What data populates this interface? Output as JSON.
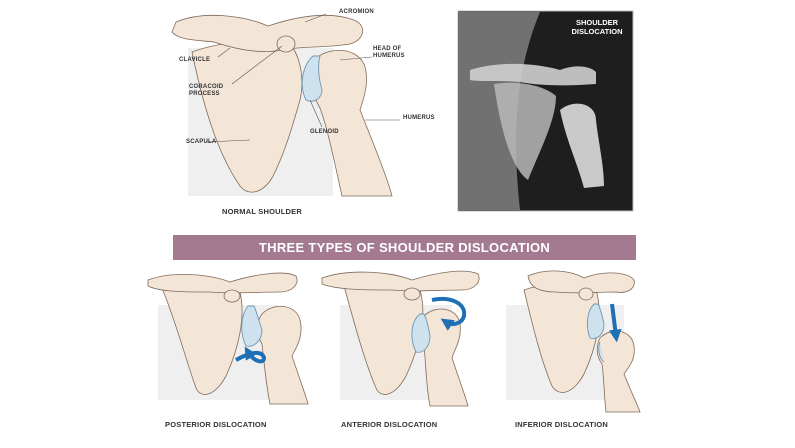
{
  "normal": {
    "labels": {
      "acromion": "ACROMION",
      "clavicle": "CLAVICLE",
      "coracoid": "CORACOID PROCESS",
      "head_humerus": "HEAD OF HUMERUS",
      "humerus": "HUMERUS",
      "glenoid": "GLENOID",
      "scapula": "SCAPULA"
    },
    "caption": "NORMAL SHOULDER"
  },
  "xray": {
    "title": "SHOULDER DISLOCATION"
  },
  "banner": {
    "title": "THREE TYPES OF SHOULDER DISLOCATION"
  },
  "types": [
    {
      "caption": "POSTERIOR DISLOCATION"
    },
    {
      "caption": "ANTERIOR DISLOCATION"
    },
    {
      "caption": "INFERIOR DISLOCATION"
    }
  ],
  "colors": {
    "bone": "#f4e6d6",
    "bone_outline": "#7f6b5c",
    "cartilage": "#cde2ee",
    "cartilage_outline": "#6f96b0",
    "shadow_panel": "#efefef",
    "arrow": "#1f6fb5",
    "banner": "#a47a90",
    "xray_bg": "#2a2a2a"
  }
}
